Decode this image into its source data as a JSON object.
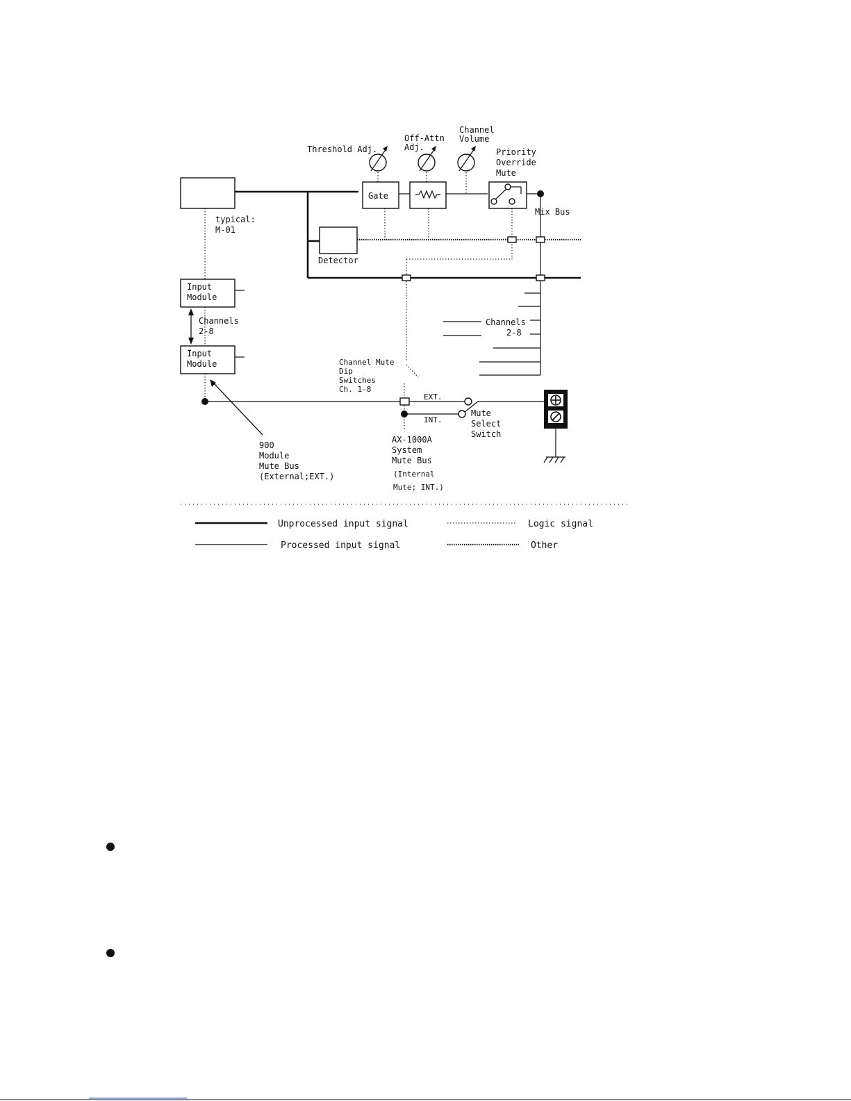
{
  "labels": {
    "threshold_adj": "Threshold Adj.",
    "off_attn_1": "Off-Attn",
    "off_attn_2": "Adj.",
    "channel_volume_1": "Channel",
    "channel_volume_2": "Volume",
    "priority_1": "Priority",
    "priority_2": "Override",
    "priority_3": "Mute",
    "gate": "Gate",
    "mix_bus": "Mix Bus",
    "typical_1": "typical:",
    "typical_2": "M-01",
    "detector": "Detector",
    "input_module_a_1": "Input",
    "input_module_a_2": "Module",
    "input_module_b_1": "Input",
    "input_module_b_2": "Module",
    "channels_left_1": "Channels",
    "channels_left_2": "2-8",
    "channels_right_1": "Channels",
    "channels_right_2": "2-8",
    "channel_mute_1": "Channel Mute",
    "channel_mute_2": "Dip",
    "channel_mute_3": "Switches",
    "channel_mute_4": "Ch. 1-8",
    "ext": "EXT.",
    "int": "INT.",
    "mute_select_1": "Mute",
    "mute_select_2": "Select",
    "mute_select_3": "Switch",
    "ax_bus_1": "AX-1000A",
    "ax_bus_2": "System",
    "ax_bus_3": "Mute Bus",
    "ax_bus_4": "(Internal",
    "ax_bus_5": "Mute; INT.)",
    "module_bus_1": "900",
    "module_bus_2": "Module",
    "module_bus_3": "Mute Bus",
    "module_bus_4": "(External;EXT.)"
  },
  "legend": {
    "unprocessed": "Unprocessed input signal",
    "processed": "Processed input signal",
    "logic": "Logic signal",
    "other": "Other"
  }
}
